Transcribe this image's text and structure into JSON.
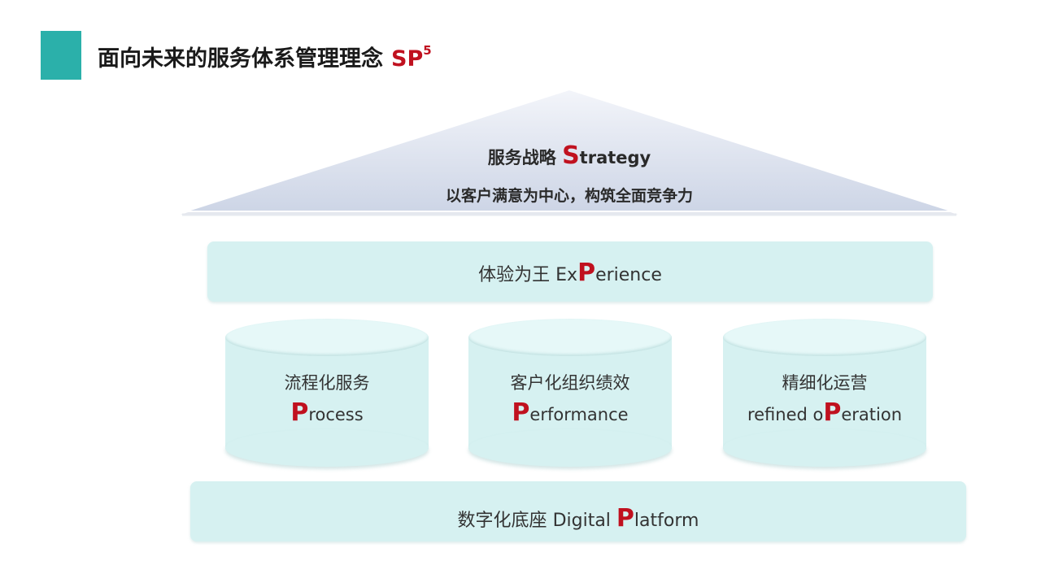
{
  "header": {
    "title": "面向未来的服务体系管理理念",
    "sp": "SP",
    "sp_exponent": "5",
    "accent_color": "#2bb0aa",
    "highlight_color": "#c0111f"
  },
  "roof": {
    "label_cn": "服务战略",
    "label_cap": "S",
    "label_rest": "trategy",
    "subtitle": "以客户满意为中心，构筑全面竞争力"
  },
  "experience": {
    "label_cn": "体验为王",
    "prefix": "Ex",
    "cap": "P",
    "rest": "erience"
  },
  "pillars": [
    {
      "label_cn": "流程化服务",
      "prefix": "",
      "cap": "P",
      "rest": "rocess"
    },
    {
      "label_cn": "客户化组织绩效",
      "prefix": "",
      "cap": "P",
      "rest": "erformance"
    },
    {
      "label_cn": "精细化运营",
      "prefix": "refined o",
      "cap": "P",
      "rest": "eration"
    }
  ],
  "platform": {
    "label_cn": "数字化底座",
    "prefix": "Digital",
    "cap": "P",
    "rest": "latform"
  }
}
